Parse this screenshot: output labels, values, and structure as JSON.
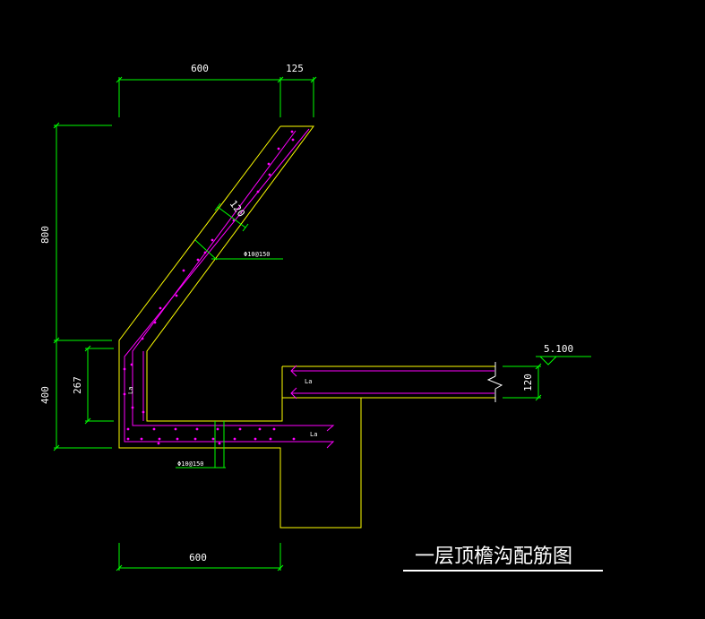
{
  "colors": {
    "background": "#000000",
    "dimension": "#00ff00",
    "concrete_outline": "#ffff00",
    "rebar": "#ff00ff",
    "text": "#ffffff"
  },
  "dimensions": {
    "top_width": "600",
    "top_overhang": "125",
    "left_height": "800",
    "left_lower": "400",
    "inner_height": "267",
    "slab_thickness": "120",
    "bottom_width": "600"
  },
  "annotations": {
    "slant_thickness": "120",
    "rebar_callout_slope": "Φ10@150",
    "rebar_callout_bottom": "Φ10@150",
    "anchorage_vertical": "La",
    "anchorage_bottom": "La",
    "anchorage_slab": "La",
    "elevation": "5.100"
  },
  "title": "一层顶檐沟配筋图"
}
